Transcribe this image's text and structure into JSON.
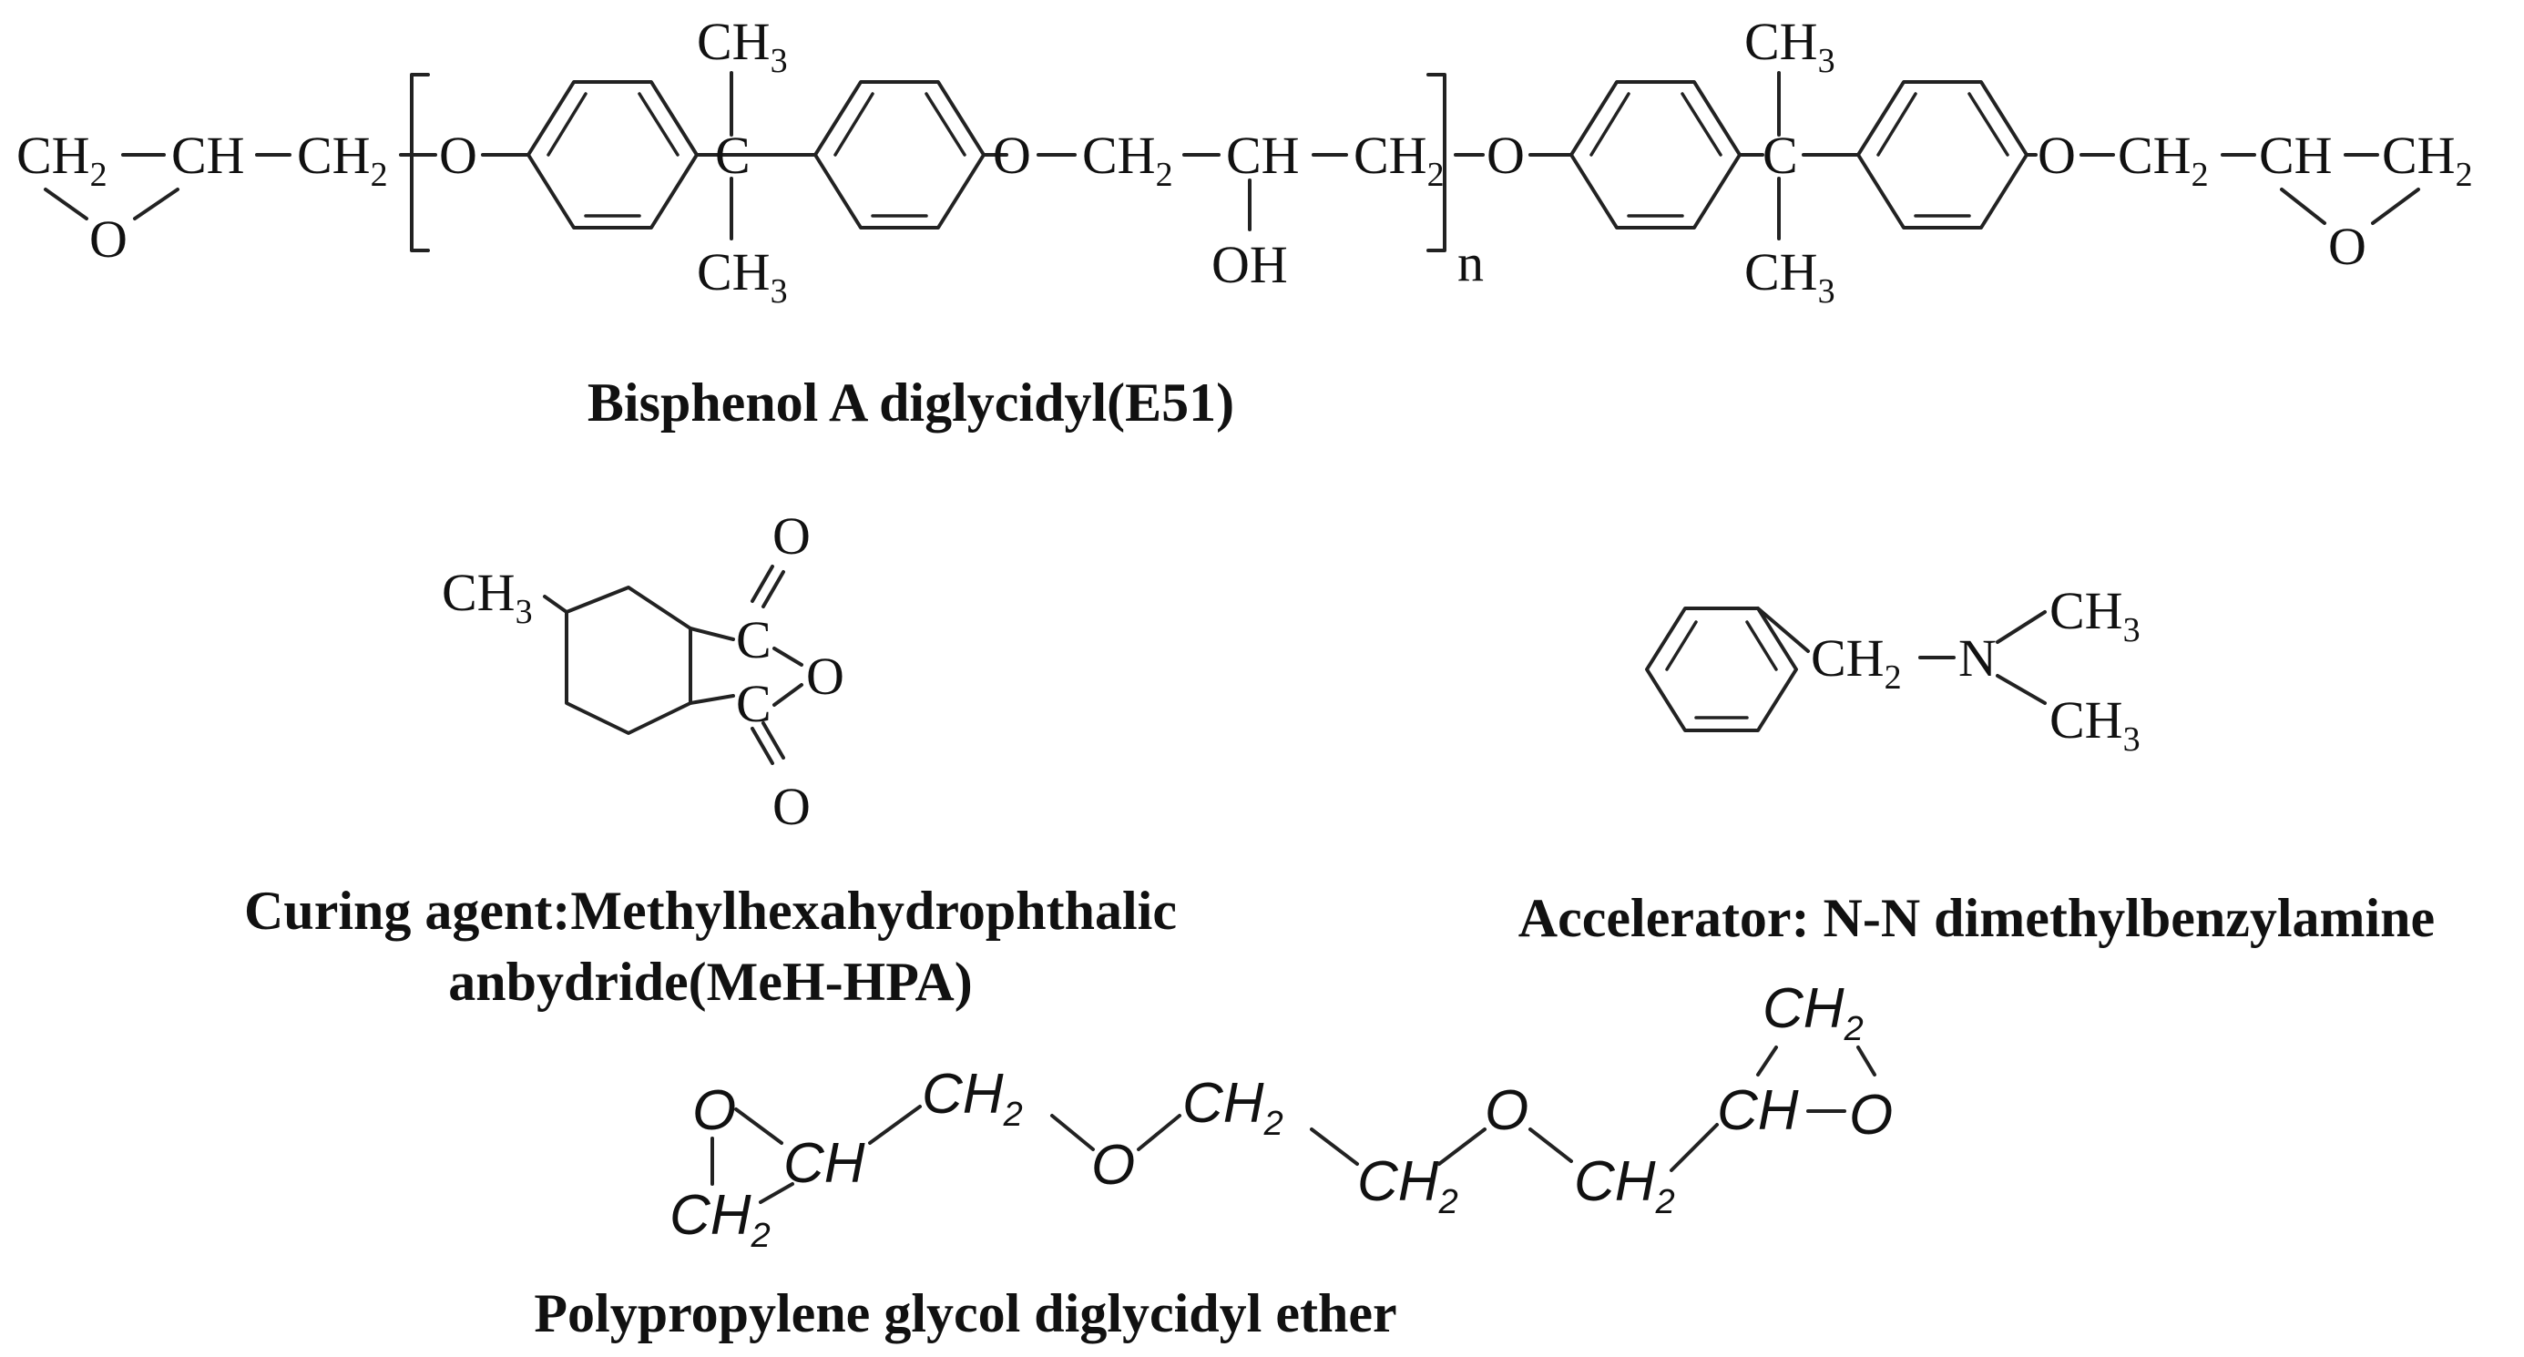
{
  "figure": {
    "molecules": [
      {
        "id": "e51",
        "caption": "Bisphenol A diglycidyl(E51)",
        "repeat_index": "n"
      },
      {
        "id": "mehhpa",
        "caption_line1": "Curing agent:Methylhexahydrophthalic",
        "caption_line2": "anbydride(MeH-HPA)"
      },
      {
        "id": "bdma",
        "caption": "Accelerator: N-N dimethylbenzylamine"
      },
      {
        "id": "ppgde",
        "caption": "Polypropylene glycol diglycidyl ether"
      }
    ],
    "atom_labels": {
      "ch": "CH",
      "ch2_base": "CH",
      "ch3_base": "CH",
      "c": "C",
      "o": "O",
      "oh": "OH",
      "n": "N",
      "sub2": "2",
      "sub3": "3"
    },
    "colors": {
      "ink": "#111111",
      "background": "#ffffff"
    }
  }
}
